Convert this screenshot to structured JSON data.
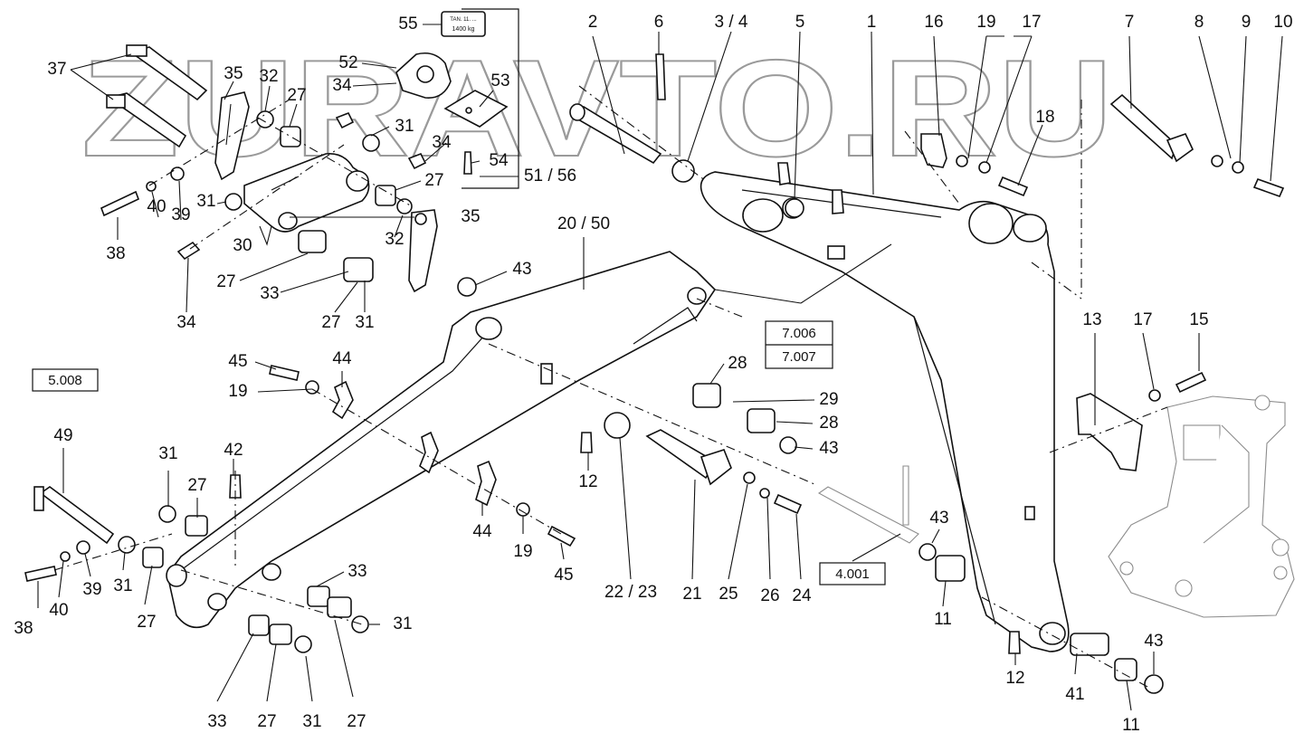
{
  "watermark": "ZURAVTO.RU",
  "labels": {
    "p55": "55",
    "p52": "52",
    "p34a": "34",
    "p53": "53",
    "p34b": "34",
    "p54": "54",
    "p5156": "51 / 56",
    "p37": "37",
    "p35a": "35",
    "p32a": "32",
    "p27a": "27",
    "p31a": "31",
    "p27b": "27",
    "p35b": "35",
    "p40a": "40",
    "p39a": "39",
    "p38a": "38",
    "p31b": "31",
    "p30": "30",
    "p32b": "32",
    "p27c": "27",
    "p33a": "33",
    "p27d": "27",
    "p31c": "31",
    "p34c": "34",
    "p2": "2",
    "p6": "6",
    "p34top": "3 / 4",
    "p5": "5",
    "p1": "1",
    "p16": "16",
    "p19a": "19",
    "p17a": "17",
    "p18": "18",
    "p7": "7",
    "p8": "8",
    "p9": "9",
    "p10": "10",
    "p2050": "20 / 50",
    "p43a": "43",
    "p45a": "45",
    "p44a": "44",
    "p19b": "19",
    "p49": "49",
    "p31d": "31",
    "p27e": "27",
    "p42": "42",
    "p38b": "38",
    "p40b": "40",
    "p39b": "39",
    "p31e": "31",
    "p27f": "27",
    "p28a": "28",
    "p29": "29",
    "p28b": "28",
    "p43b": "43",
    "p12a": "12",
    "p44b": "44",
    "p19c": "19",
    "p45b": "45",
    "p2223": "22 / 23",
    "p21": "21",
    "p25": "25",
    "p26": "26",
    "p24": "24",
    "p33b": "33",
    "p31f": "31",
    "p33c": "33",
    "p27g": "27",
    "p31g": "31",
    "p27h": "27",
    "p13": "13",
    "p17b": "17",
    "p15": "15",
    "p43c": "43",
    "p11a": "11",
    "p12b": "12",
    "p41": "41",
    "p11b": "11",
    "p43d": "43"
  },
  "refs": {
    "r5008": "5.008",
    "r7006": "7.006",
    "r7007": "7.007",
    "r4001": "4.001"
  },
  "decal": {
    "line1": "TAN. 11. ...",
    "line2": "1400 kg"
  }
}
